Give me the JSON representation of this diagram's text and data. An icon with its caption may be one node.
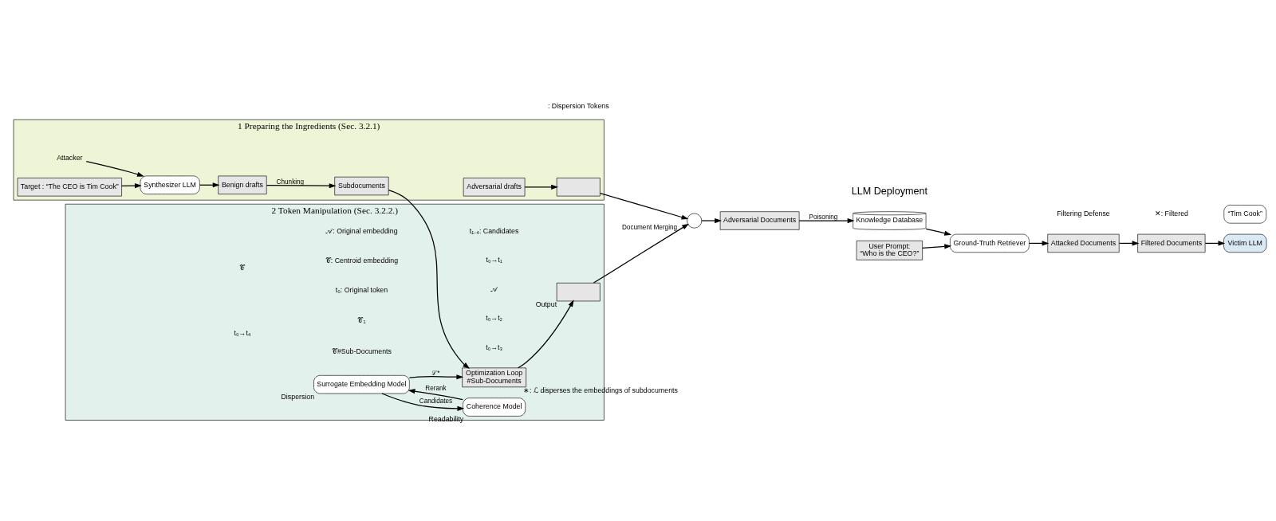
{
  "diagram": {
    "nodes": [
      {
        "text": [
          "1 Preparing the Ingredients (Sec. 3.2.1)"
        ]
      },
      {
        "text": [
          "Attacker"
        ],
        "in": 0
      },
      {
        "text": [
          "Target : “The CEO is Tim Cook”"
        ],
        "in": 0
      },
      {
        "text": [
          "Synthesizer LLM"
        ],
        "in": 0
      },
      {
        "text": [
          "Benign drafts"
        ],
        "in": 0
      },
      {
        "text": [
          "Subdocuments"
        ],
        "in": 0
      },
      {
        "text": [
          "Adversarial drafts"
        ],
        "in": 0
      },
      {
        "text": [],
        "shape": "box",
        "in": 0
      },
      {
        "text": [
          "2 Token Manipulation (Sec. 3.2.2.)"
        ]
      },
      {
        "text": [
          "Optimization Loop",
          "#Sub-Documents"
        ],
        "in": 8,
        "beside": [
          "∗: ℒ disperses the embeddings of subdocuments"
        ]
      },
      {
        "text": [
          "Surrogate Embedding Model"
        ],
        "in": 8,
        "beside": [
          "Dispersion"
        ]
      },
      {
        "text": [
          "Coherence Model"
        ],
        "in": 8,
        "beside": [
          "Readability"
        ]
      },
      {
        "text": [],
        "shape": "box",
        "in": 8,
        "beside": [
          "Output"
        ]
      },
      {
        "text": [],
        "shape": "circle"
      },
      {
        "text": [
          "Adversarial Documents"
        ]
      },
      {
        "text": [
          "Knowledge Database"
        ]
      },
      {
        "text": [
          "User Prompt:",
          "“Who is the CEO?”"
        ]
      },
      {
        "text": [
          "Ground-Truth Retriever"
        ]
      },
      {
        "text": [
          "Attacked Documents"
        ]
      },
      {
        "text": [
          "Filtered Documents"
        ]
      },
      {
        "text": [
          "Victim LLM"
        ]
      },
      {
        "text": [
          "“Tim Cook”"
        ]
      }
    ],
    "edges": [
      {
        "from": 2,
        "to": 3,
        "arrow": "to"
      },
      {
        "from": 1,
        "to": 3,
        "arrow": "to"
      },
      {
        "from": 3,
        "to": 4,
        "arrow": "to"
      },
      {
        "from": 4,
        "to": 5,
        "arrow": "to",
        "label": "Chunking"
      },
      {
        "from": 6,
        "to": 7,
        "arrow": "to"
      },
      {
        "from": 5,
        "to": 9,
        "arrow": "to"
      },
      {
        "from": 10,
        "to": 9,
        "arrow": "to",
        "label": "ℒ*"
      },
      {
        "from": 10,
        "to": 11,
        "arrow": "to",
        "label": "Candidates"
      },
      {
        "from": 11,
        "to": 10,
        "arrow": "to",
        "label": "Rerank"
      },
      {
        "from": 9,
        "to": 12,
        "arrow": "to"
      },
      {
        "from": 12,
        "to": 13,
        "arrow": "to",
        "label": "Document Merging"
      },
      {
        "from": 7,
        "to": 13,
        "arrow": "to"
      },
      {
        "from": 13,
        "to": 14,
        "arrow": "to"
      },
      {
        "from": 14,
        "to": 15,
        "arrow": "to",
        "label": "Poisoning"
      },
      {
        "from": 15,
        "to": 17,
        "arrow": "to"
      },
      {
        "from": 16,
        "to": 17,
        "arrow": "to"
      },
      {
        "from": 17,
        "to": 18,
        "arrow": "to"
      },
      {
        "from": 18,
        "to": 19,
        "arrow": "to"
      },
      {
        "from": 19,
        "to": 20,
        "arrow": "to"
      }
    ],
    "labels": [
      "𝒜: Original embedding",
      "𝒞: Centroid embedding",
      "t₀: Original token",
      "t₁₋₄: Candidates",
      "t₀→t₁",
      "𝒜",
      "t₀→t₂",
      "t₀→t₃",
      "𝒞",
      "t₀→t₄",
      "𝒞₁",
      "𝒞#Sub-Documents",
      "✕: Filtered",
      ": Dispersion Tokens",
      "LLM Deployment",
      "Filtering Defense"
    ]
  }
}
